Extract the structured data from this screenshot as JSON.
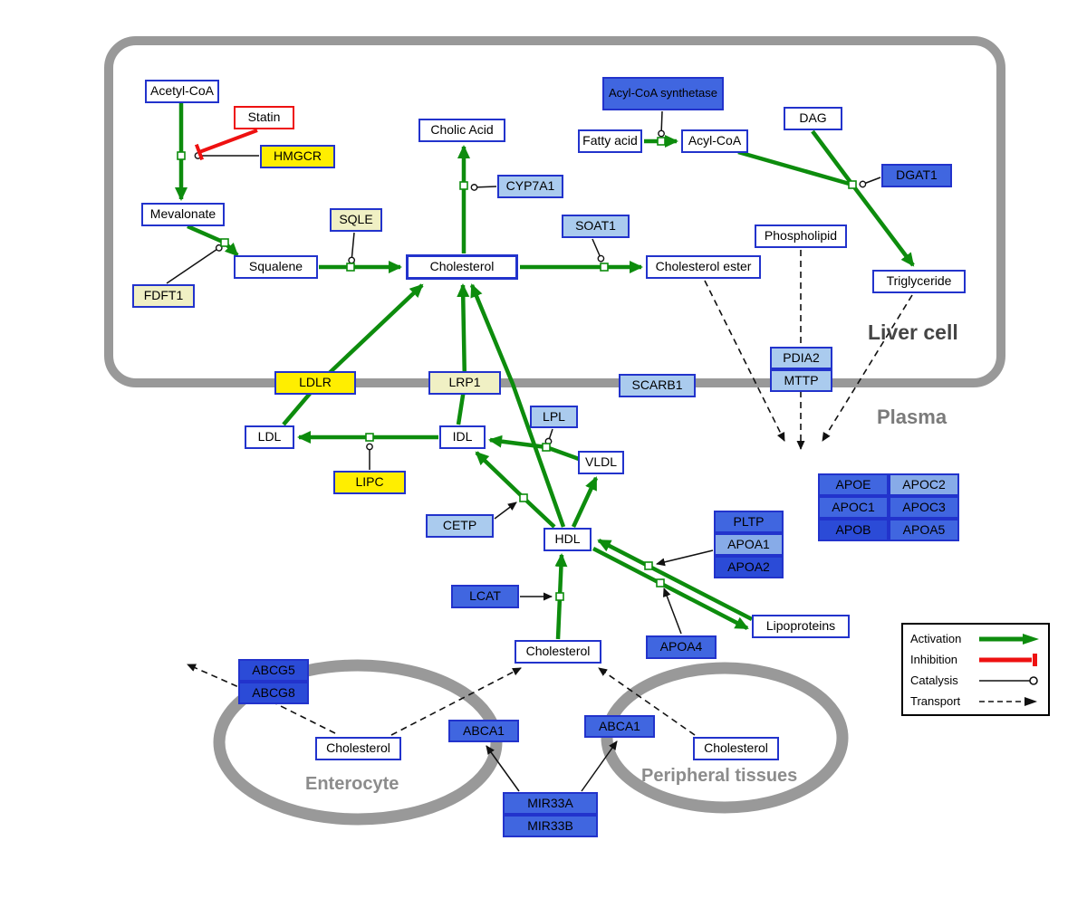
{
  "compartments": {
    "liver": "Liver cell",
    "plasma": "Plasma",
    "enterocyte": "Enterocyte",
    "peripheral": "Peripheral tissues"
  },
  "nodes": {
    "acetyl_coa": "Acetyl-CoA",
    "statin": "Statin",
    "hmgcr": "HMGCR",
    "mevalonate": "Mevalonate",
    "fdft1": "FDFT1",
    "squalene": "Squalene",
    "sqle": "SQLE",
    "cholesterol_liver": "Cholesterol",
    "cholic_acid": "Cholic Acid",
    "cyp7a1": "CYP7A1",
    "soat1": "SOAT1",
    "cholesterol_ester": "Cholesterol ester",
    "acyl_coa_synthetase": "Acyl-CoA synthetase",
    "fatty_acid": "Fatty acid",
    "acyl_coa": "Acyl-CoA",
    "dag": "DAG",
    "dgat1": "DGAT1",
    "phospholipid": "Phospholipid",
    "triglyceride": "Triglyceride",
    "pdia2": "PDIA2",
    "mttp": "MTTP",
    "ldlr": "LDLR",
    "lrp1": "LRP1",
    "scarb1": "SCARB1",
    "ldl": "LDL",
    "idl": "IDL",
    "lipc": "LIPC",
    "lpl": "LPL",
    "vldl": "VLDL",
    "cetp": "CETP",
    "hdl": "HDL",
    "lcat": "LCAT",
    "pltp": "PLTP",
    "apoa1": "APOA1",
    "apoa2": "APOA2",
    "apoa4": "APOA4",
    "lipoproteins": "Lipoproteins",
    "apoe": "APOE",
    "apoc2": "APOC2",
    "apoc1": "APOC1",
    "apoc3": "APOC3",
    "apob": "APOB",
    "apoa5": "APOA5",
    "cholesterol_plasma": "Cholesterol",
    "abcg5": "ABCG5",
    "abcg8": "ABCG8",
    "cholesterol_enterocyte": "Cholesterol",
    "abca1_enterocyte": "ABCA1",
    "abca1_peripheral": "ABCA1",
    "cholesterol_peripheral": "Cholesterol",
    "mir33a": "MIR33A",
    "mir33b": "MIR33B"
  },
  "legend": {
    "activation": "Activation",
    "inhibition": "Inhibition",
    "catalysis": "Catalysis",
    "transport": "Transport"
  },
  "palette": {
    "activation_green": "#0d8c0d",
    "inhibition_red": "#ee1111",
    "metabolite_border_blue": "#2233cc",
    "gene_blue": "#4066e0",
    "gene_dark_blue": "#2b4bd7",
    "gene_light_blue": "#aacbee",
    "gene_mid_blue": "#87abe8",
    "enzyme_yellow": "#ffee00",
    "enzyme_pale_yellow": "#f0f0c4",
    "membrane_gray": "#999999"
  }
}
